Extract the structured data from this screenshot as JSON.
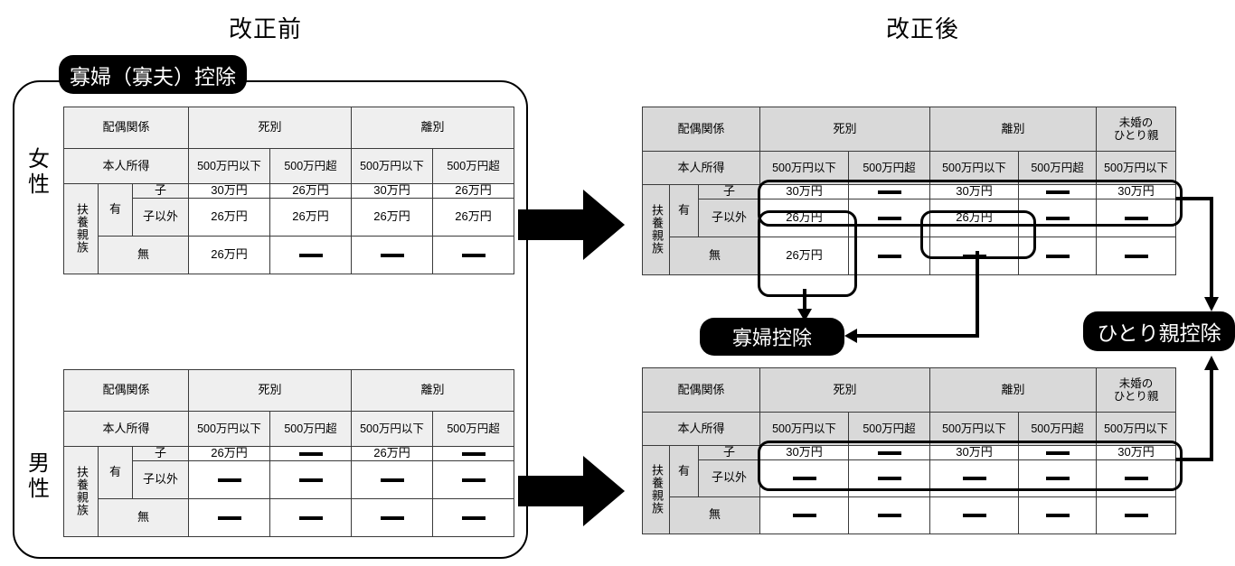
{
  "titles": {
    "before": "改正前",
    "after": "改正後"
  },
  "labels": {
    "widow_widower_deduction": "寡婦（寡夫）控除",
    "widow_deduction": "寡婦控除",
    "single_parent_deduction": "ひとり親控除"
  },
  "genders": {
    "female_line1": "女",
    "female_line2": "性",
    "male_line1": "男",
    "male_line2": "性"
  },
  "headers": {
    "spouse_relation": "配偶関係",
    "own_income": "本人所得",
    "bereavement": "死別",
    "divorce": "離別",
    "unmarried_line1": "未婚の",
    "unmarried_line2": "ひとり親",
    "income_le": "500万円以下",
    "income_gt": "500万円超",
    "dependents_vertical": "扶養親族",
    "has": "有",
    "child": "子",
    "non_child": "子以外",
    "none": "無"
  },
  "values": {
    "y30": "30万円",
    "y26": "26万円",
    "dash": "—"
  },
  "tables": {
    "before_female": {
      "caption": "改正前 女性",
      "columns": [
        "死別 500万円以下",
        "死別 500万円超",
        "離別 500万円以下",
        "離別 500万円超"
      ],
      "rows": [
        {
          "label": "有・子",
          "cells": [
            "30万円",
            "26万円",
            "30万円",
            "26万円"
          ]
        },
        {
          "label": "有・子以外",
          "cells": [
            "26万円",
            "26万円",
            "26万円",
            "26万円"
          ]
        },
        {
          "label": "無",
          "cells": [
            "26万円",
            "—",
            "—",
            "—"
          ]
        }
      ]
    },
    "before_male": {
      "caption": "改正前 男性",
      "columns": [
        "死別 500万円以下",
        "死別 500万円超",
        "離別 500万円以下",
        "離別 500万円超"
      ],
      "rows": [
        {
          "label": "有・子",
          "cells": [
            "26万円",
            "—",
            "26万円",
            "—"
          ]
        },
        {
          "label": "有・子以外",
          "cells": [
            "—",
            "—",
            "—",
            "—"
          ]
        },
        {
          "label": "無",
          "cells": [
            "—",
            "—",
            "—",
            "—"
          ]
        }
      ]
    },
    "after_female": {
      "caption": "改正後 女性",
      "columns": [
        "死別 500万円以下",
        "死別 500万円超",
        "離別 500万円以下",
        "離別 500万円超",
        "未婚のひとり親 500万円以下"
      ],
      "rows": [
        {
          "label": "有・子",
          "cells": [
            "30万円",
            "—",
            "30万円",
            "—",
            "30万円"
          ]
        },
        {
          "label": "有・子以外",
          "cells": [
            "26万円",
            "—",
            "26万円",
            "—",
            "—"
          ]
        },
        {
          "label": "無",
          "cells": [
            "26万円",
            "—",
            "—",
            "—",
            "—"
          ]
        }
      ]
    },
    "after_male": {
      "caption": "改正後 男性",
      "columns": [
        "死別 500万円以下",
        "死別 500万円超",
        "離別 500万円以下",
        "離別 500万円超",
        "未婚のひとり親 500万円以下"
      ],
      "rows": [
        {
          "label": "有・子",
          "cells": [
            "30万円",
            "—",
            "30万円",
            "—",
            "30万円"
          ]
        },
        {
          "label": "有・子以外",
          "cells": [
            "—",
            "—",
            "—",
            "—",
            "—"
          ]
        },
        {
          "label": "無",
          "cells": [
            "—",
            "—",
            "—",
            "—",
            "—"
          ]
        }
      ]
    }
  },
  "colors": {
    "header_before": "#efefef",
    "header_after": "#d9d9d9",
    "border": "#3a3a3a",
    "ink": "#000000",
    "paper": "#ffffff"
  }
}
